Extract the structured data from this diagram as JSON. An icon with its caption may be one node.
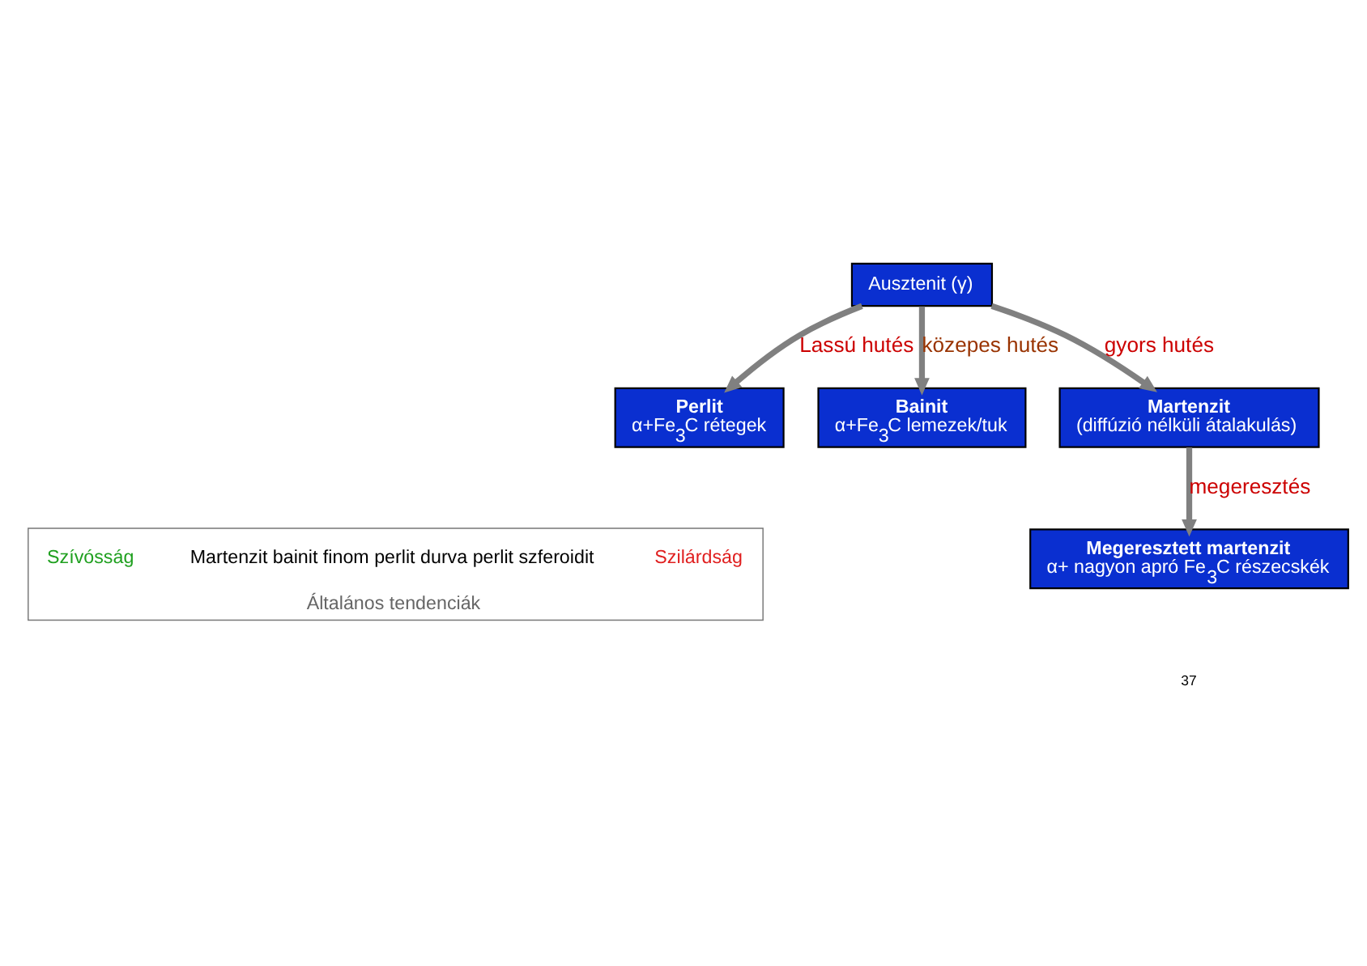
{
  "diagram": {
    "nodes": [
      {
        "text": [
          "Ausztenit (γ)"
        ]
      },
      {
        "text": [
          "Perlit",
          "α+Fe$_{3}$C rétegek"
        ]
      },
      {
        "text": [
          "Bainit",
          "α+Fe$_{3}$C lemezek/tuk"
        ]
      },
      {
        "text": [
          "Martenzit",
          "(diffúzió nélküli átalakulás)"
        ]
      },
      {
        "text": [
          "Megeresztett martenzit",
          "α+ nagyon apró Fe$_{3}$C részecskék"
        ]
      },
      {
        "text": [
          "Általános tendenciák"
        ]
      },
      {
        "text": [
          "Szilárdság"
        ],
        "in": 5
      },
      {
        "text": [
          "Martenzit bainit finom perlit durva perlit szferoidit"
        ],
        "in": 5
      },
      {
        "text": [
          "Szívósság"
        ],
        "in": 5
      }
    ],
    "edges": [
      {
        "from": 0,
        "to": 1,
        "arrow": "to",
        "label": "Lassú hutés"
      },
      {
        "from": 0,
        "to": 2,
        "arrow": "to",
        "label": "közepes hutés"
      },
      {
        "from": 0,
        "to": 3,
        "arrow": "to",
        "label": "gyors hutés"
      },
      {
        "from": 3,
        "to": 4,
        "arrow": "to",
        "label": "megeresztés"
      }
    ],
    "labels": [
      "37"
    ]
  }
}
